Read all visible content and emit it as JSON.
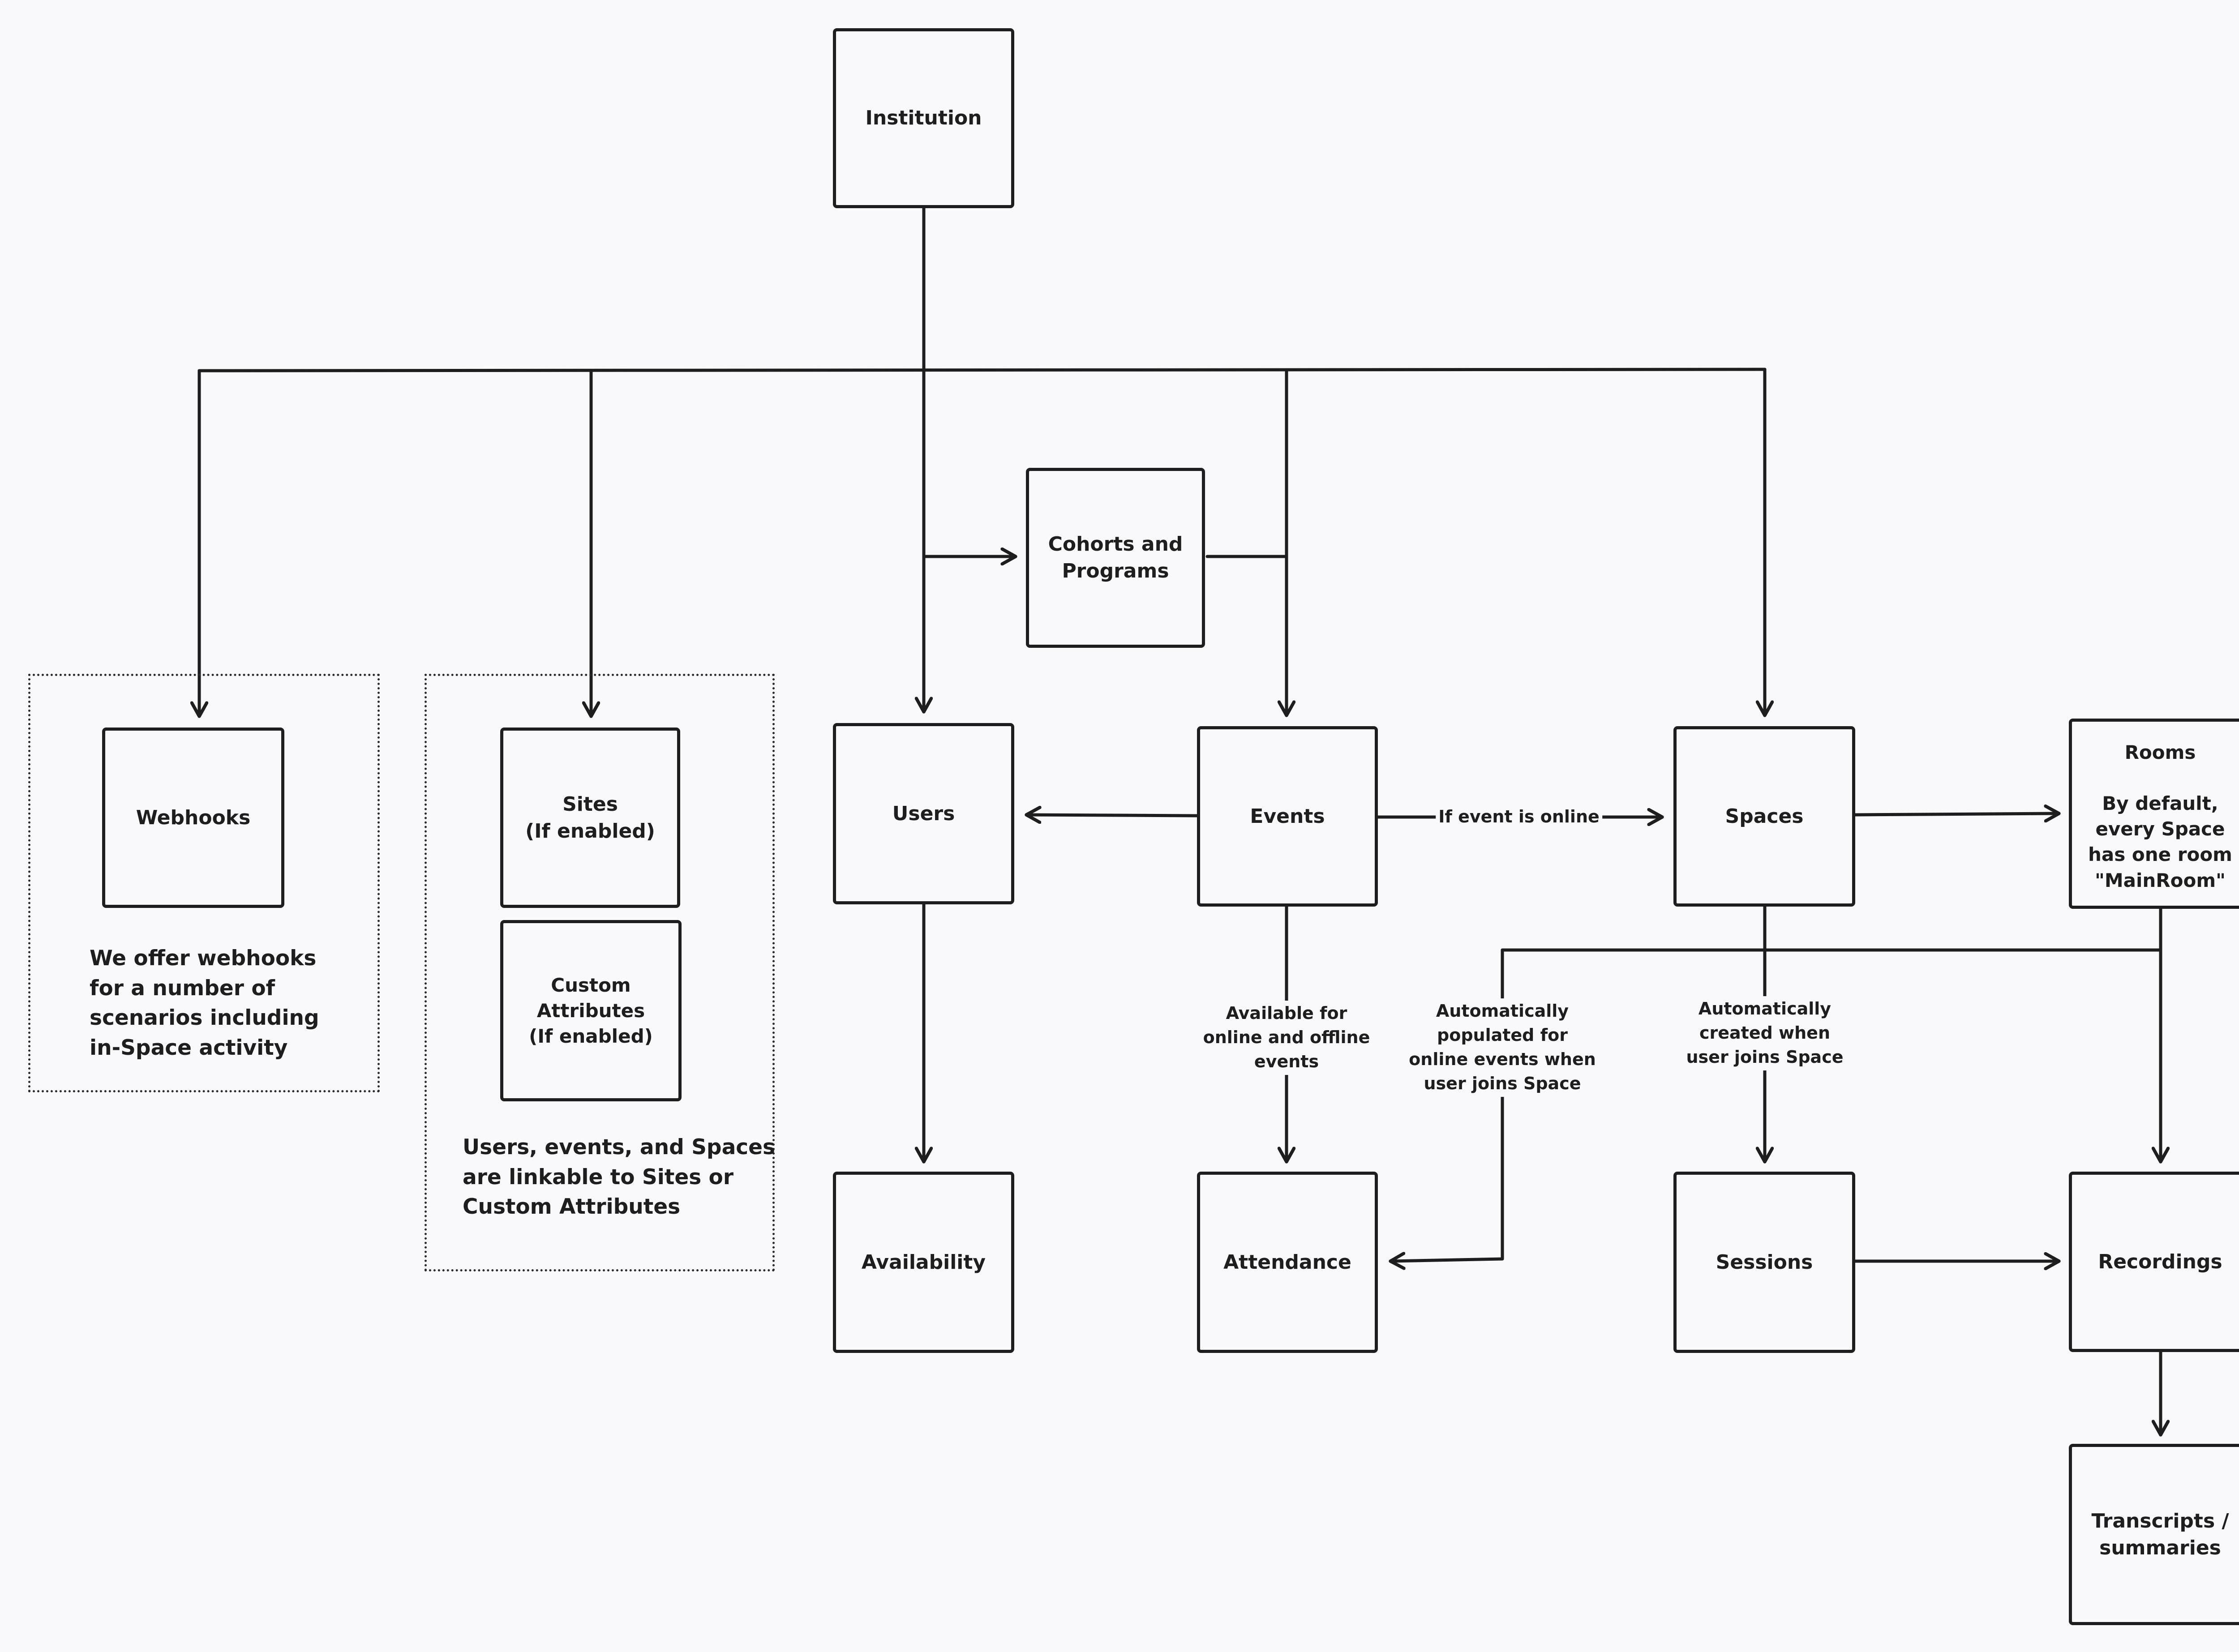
{
  "nodes": {
    "institution": "Institution",
    "cohorts": "Cohorts and\nPrograms",
    "webhooks": "Webhooks",
    "sites": "Sites\n(If enabled)",
    "custom_attributes": "Custom\nAttributes\n(If enabled)",
    "users": "Users",
    "events": "Events",
    "spaces": "Spaces",
    "rooms": "Rooms\n\nBy default,\nevery Space\nhas one room\n\"MainRoom\"",
    "availability": "Availability",
    "attendance": "Attendance",
    "sessions": "Sessions",
    "recordings": "Recordings",
    "transcripts": "Transcripts /\nsummaries"
  },
  "notes": {
    "webhooks": "We offer webhooks\nfor a number of\nscenarios including\nin-Space activity",
    "linkable": "Users, events, and Spaces\nare linkable to Sites or\nCustom Attributes"
  },
  "edge_labels": {
    "if_online": "If event is online",
    "available": "Available for\nonline and offline\nevents",
    "auto_populated": "Automatically\npopulated for\nonline events when\nuser joins Space",
    "auto_created": "Automatically\ncreated when\nuser joins Space"
  }
}
